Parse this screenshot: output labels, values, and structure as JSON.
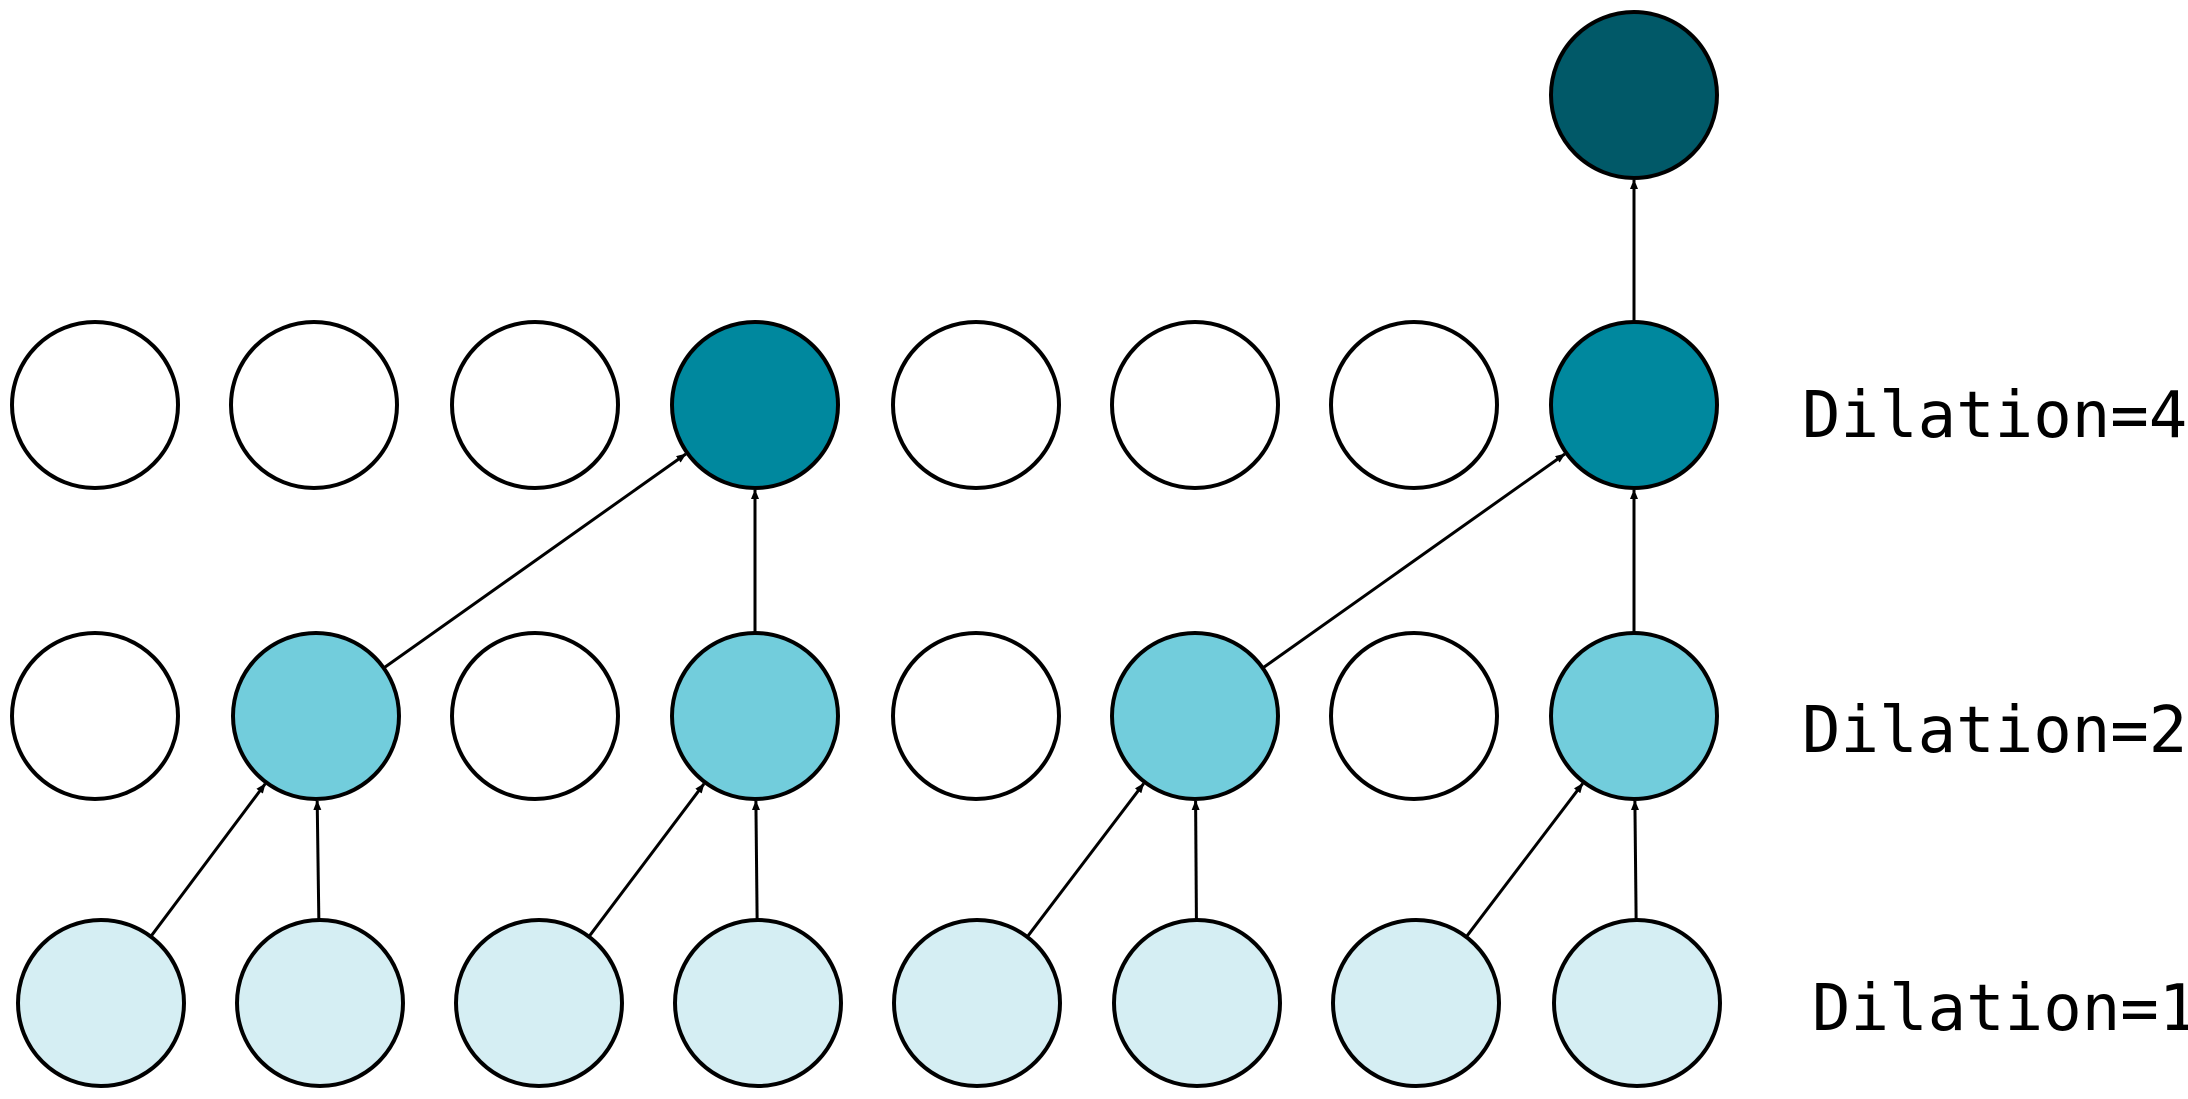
{
  "colors": {
    "empty": "#ffffff",
    "layer1": "#d5eef3",
    "layer2": "#72cddc",
    "layer4": "#00889e",
    "output": "#015968",
    "stroke": "#000000"
  },
  "layers": [
    {
      "name": "input",
      "label": "Dilation=1",
      "active": [
        0,
        1,
        2,
        3,
        4,
        5,
        6,
        7
      ],
      "fill_key": "layer1"
    },
    {
      "name": "hidden-1",
      "label": "Dilation=2",
      "active": [
        1,
        3,
        5,
        7
      ],
      "fill_key": "layer2"
    },
    {
      "name": "hidden-2",
      "label": "Dilation=4",
      "active": [
        3,
        7
      ],
      "fill_key": "layer4"
    },
    {
      "name": "output",
      "label": "",
      "active": [
        7
      ],
      "fill_key": "output"
    }
  ],
  "connections": [
    {
      "from": [
        0,
        0
      ],
      "to": [
        1,
        1
      ]
    },
    {
      "from": [
        0,
        1
      ],
      "to": [
        1,
        1
      ]
    },
    {
      "from": [
        0,
        2
      ],
      "to": [
        1,
        3
      ]
    },
    {
      "from": [
        0,
        3
      ],
      "to": [
        1,
        3
      ]
    },
    {
      "from": [
        0,
        4
      ],
      "to": [
        1,
        5
      ]
    },
    {
      "from": [
        0,
        5
      ],
      "to": [
        1,
        5
      ]
    },
    {
      "from": [
        0,
        6
      ],
      "to": [
        1,
        7
      ]
    },
    {
      "from": [
        0,
        7
      ],
      "to": [
        1,
        7
      ]
    },
    {
      "from": [
        1,
        1
      ],
      "to": [
        2,
        3
      ]
    },
    {
      "from": [
        1,
        3
      ],
      "to": [
        2,
        3
      ]
    },
    {
      "from": [
        1,
        5
      ],
      "to": [
        2,
        7
      ]
    },
    {
      "from": [
        1,
        7
      ],
      "to": [
        2,
        7
      ]
    },
    {
      "from": [
        2,
        7
      ],
      "to": [
        3,
        7
      ]
    }
  ]
}
